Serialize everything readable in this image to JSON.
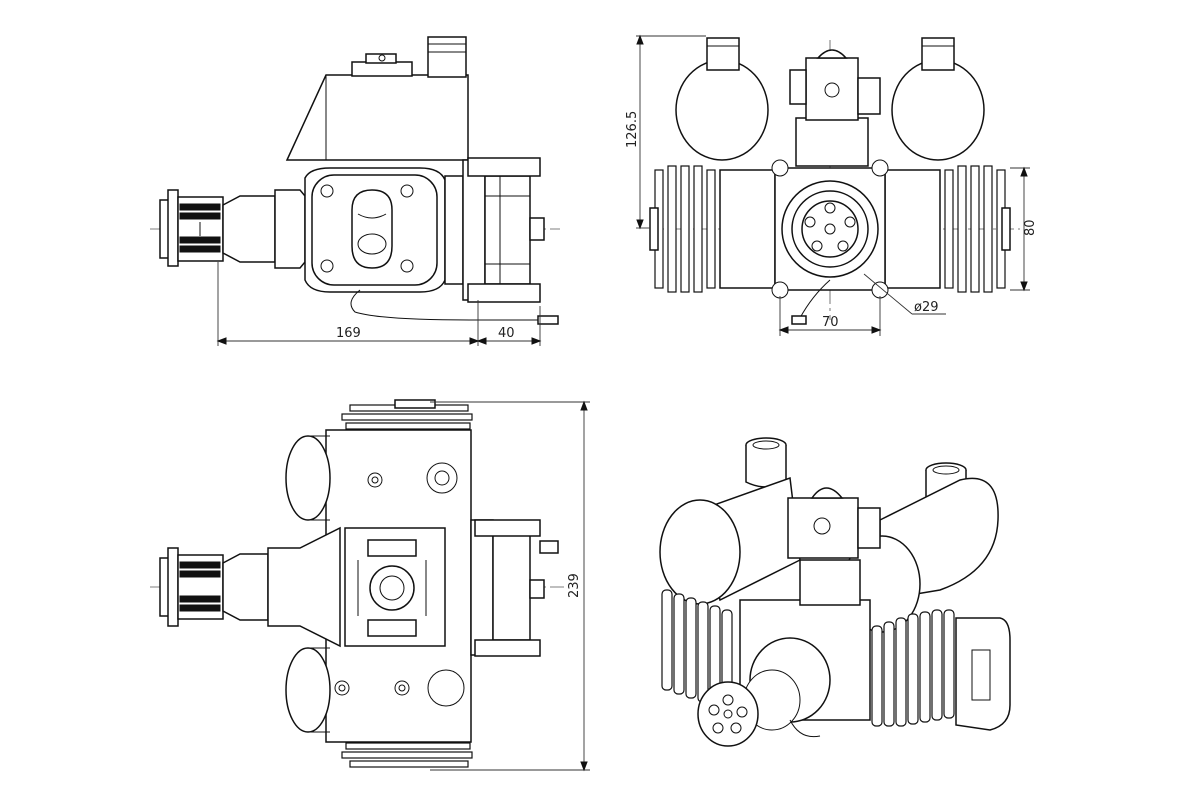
{
  "dimensions": {
    "side_length_main": "169",
    "side_length_prop": "40",
    "front_height": "126.5",
    "front_width_cyl": "80",
    "front_mount_width": "70",
    "front_hub_diameter": "ø29",
    "top_overall_width": "239"
  },
  "views": {
    "side": "side-view",
    "front": "front-view",
    "top": "top-view",
    "iso": "isometric-view"
  },
  "colors": {
    "line": "#111111",
    "background": "#ffffff"
  }
}
